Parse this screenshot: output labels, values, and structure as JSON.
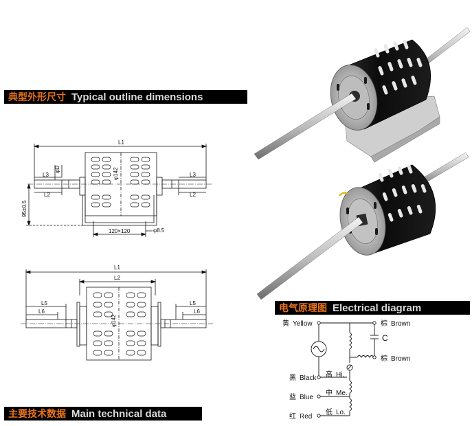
{
  "sections": {
    "outline": {
      "cn": "典型外形尺寸",
      "en": "Typical outline dimensions"
    },
    "electrical": {
      "cn": "电气原理图",
      "en": "Electrical diagram"
    },
    "technical": {
      "cn": "主要技术数据",
      "en": "Main technical data"
    }
  },
  "drawing_top": {
    "L1": "L1",
    "L2": "L2",
    "L3": "L3",
    "phiD": "φD",
    "phi142": "φ142",
    "height": "95±0.5",
    "base": "120×120",
    "hole": "φ8.5"
  },
  "drawing_bottom": {
    "L1": "L1",
    "L2": "L2",
    "L5": "L5",
    "L6": "L6",
    "phi142": "φ142"
  },
  "wiring": {
    "yellow_cn": "黄",
    "yellow": "Yellow",
    "brown_cn": "棕",
    "brown": "Brown",
    "black_cn": "黑",
    "black": "Black",
    "blue_cn": "蓝",
    "blue": "Blue",
    "red_cn": "红",
    "red": "Red",
    "hi_cn": "高",
    "hi": "Hi.",
    "me_cn": "中",
    "me": "Me.",
    "lo_cn": "低",
    "lo": "Lo.",
    "cap": "C"
  }
}
